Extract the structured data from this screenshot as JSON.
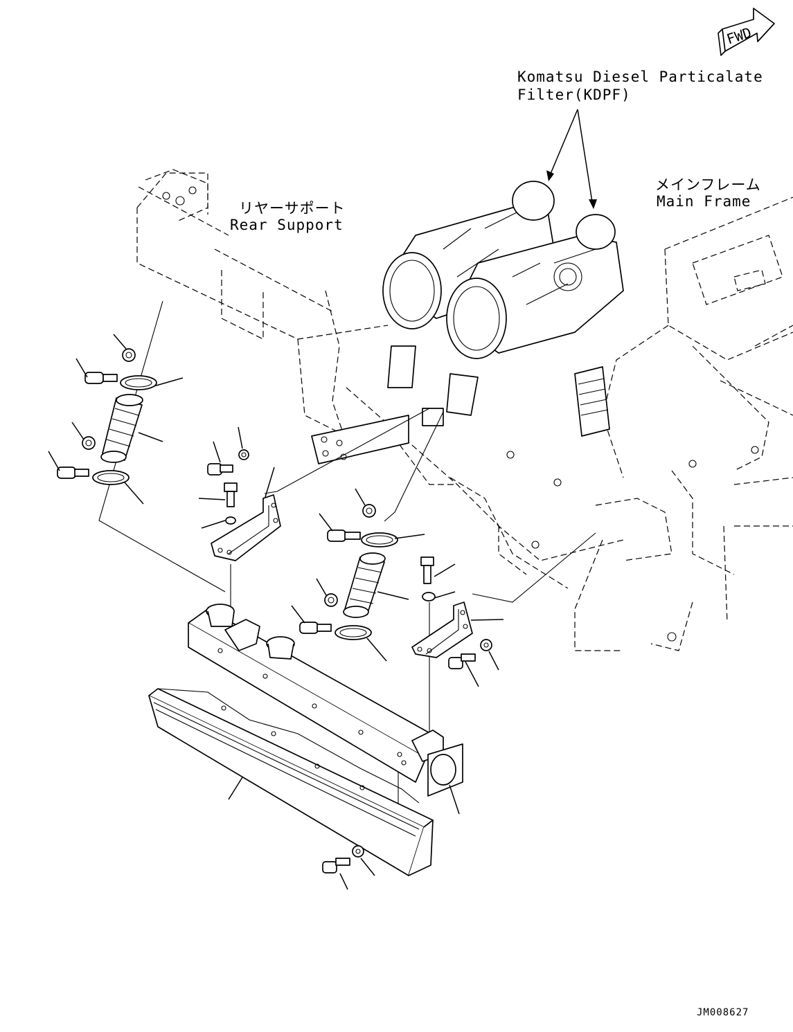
{
  "labels": {
    "fwd": "FWD",
    "kdpf_line1": "Komatsu Diesel Particalate",
    "kdpf_line2": "Filter(KDPF)",
    "main_frame_jp": "メインフレーム",
    "main_frame_en": "Main Frame",
    "rear_support_jp": "リヤーサポート",
    "rear_support_en": "Rear Support",
    "drawing_code": "JM008627"
  }
}
